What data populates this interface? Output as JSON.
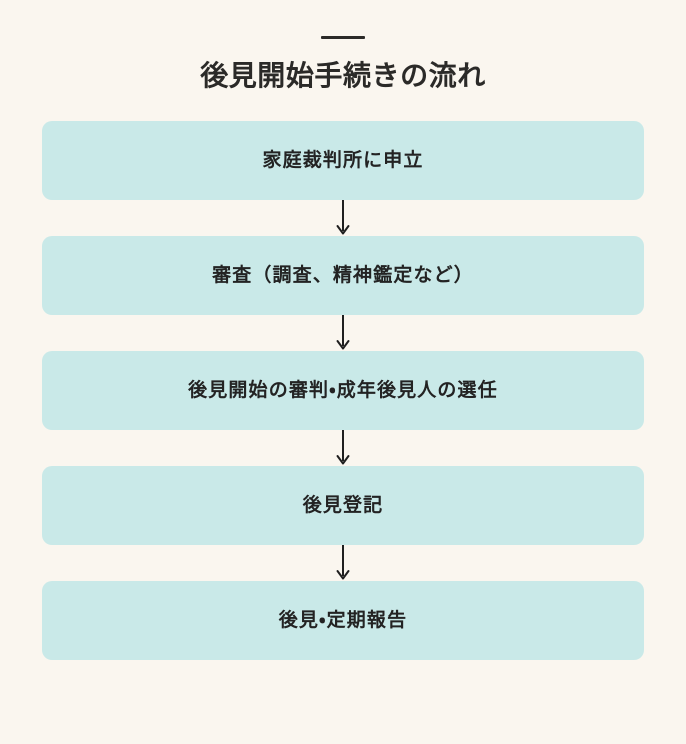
{
  "header": {
    "rule": "divider-rule",
    "title": "後見開始手続きの流れ"
  },
  "colors": {
    "background": "#faf6ef",
    "step_fill": "#c9e9e8",
    "text_dark": "#232323",
    "title_dark": "#2b2a28",
    "arrow": "#1f1f1f"
  },
  "flow": {
    "steps": [
      {
        "label": "家庭裁判所に申立"
      },
      {
        "label": "審査（調査、精神鑑定など）"
      },
      {
        "label": "後見開始の審判・成年後見人の選任"
      },
      {
        "label": "後見登記"
      },
      {
        "label": "後見・定期報告"
      }
    ],
    "connector_icon": "arrow-down-icon"
  }
}
